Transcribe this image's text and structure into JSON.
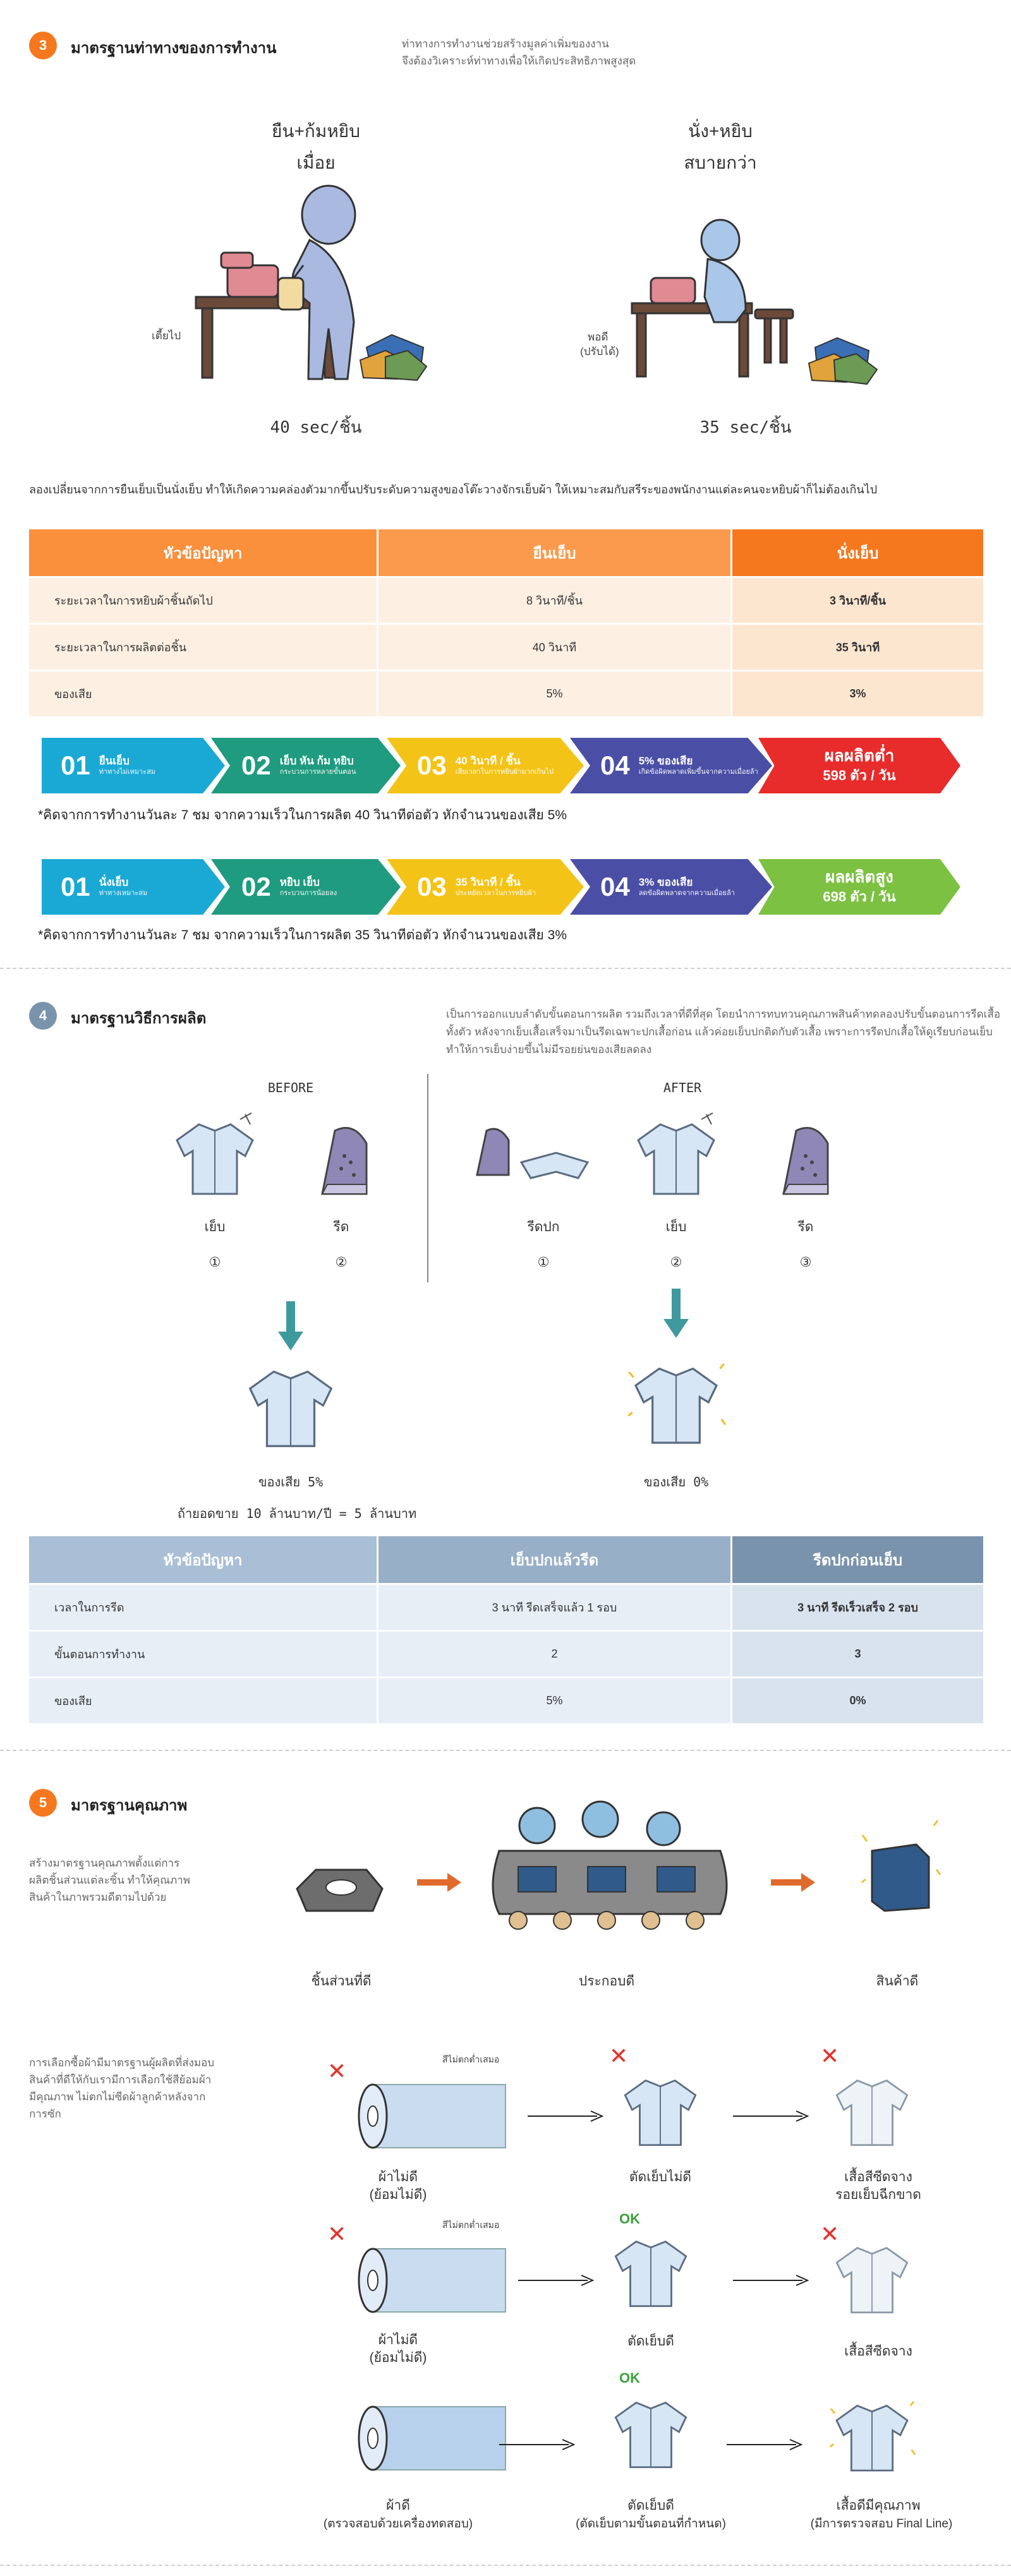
{
  "section3": {
    "badge": "3",
    "title": "มาตรฐานท่าทางของการทำงาน",
    "desc_line1": "ท่าทางการทำงานช่วยสร้างมูลค่าเพิ่มของงาน",
    "desc_line2": "จึงต้องวิเคราะห์ท่าทางเพื่อให้เกิดประสิทธิภาพสูงสุด",
    "left_caption_1": "ยืน+ก้มหยิบ",
    "left_caption_2": "เมื่อย",
    "right_caption_1": "นั่ง+หยิบ",
    "right_caption_2": "สบายกว่า",
    "left_height_label": "เตี้ยไป",
    "right_height_label_1": "พอดี",
    "right_height_label_2": "(ปรับได้)",
    "left_speed": "40 sec/ชิ้น",
    "right_speed": "35 sec/ชิ้น",
    "intro": "ลองเปลี่ยนจากการยืนเย็บเป็นนั่งเย็บ ทำให้เกิดความคล่องตัวมากขึ้นปรับระดับความสูงของโต๊ะวางจักรเย็บผ้า ให้เหมาะสมกับสรีระของพนักงานแต่ละคนจะหยิบผ้าก็ไม่ต้องเกินไป",
    "table": {
      "headers": [
        "หัวข้อปัญหา",
        "ยืนเย็บ",
        "นั่งเย็บ"
      ],
      "rows": [
        [
          "ระยะเวลาในการหยิบผ้าชิ้นถัดไป",
          "8 วินาที/ชิ้น",
          "3 วินาที/ชิ้น"
        ],
        [
          "ระยะเวลาในการผลิตต่อชิ้น",
          "40 วินาที",
          "35 วินาที"
        ],
        [
          "ของเสีย",
          "5%",
          "3%"
        ]
      ]
    },
    "flow1": {
      "steps": [
        {
          "num": "01",
          "label": "ยืนเย็บ",
          "sub": "ท่าทางไม่เหมาะสม"
        },
        {
          "num": "02",
          "label": "เย็บ หัน ก้ม หยิบ",
          "sub": "กระบวนการหลายขั้นตอน"
        },
        {
          "num": "03",
          "label": "40 วินาที / ชิ้น",
          "sub": "เสียเวลาในการหยิบผ้ามากเกินไป"
        },
        {
          "num": "04",
          "label": "5% ของเสีย",
          "sub": "เกิดข้อผิดพลาดเพิ่มขึ้นจากความเมื่อยล้า"
        }
      ],
      "result_1": "ผลผลิตต่ำ",
      "result_2": "598 ตัว / วัน",
      "note": "*คิดจากการทำงานวันละ 7 ชม จากความเร็วในการผลิต 40 วินาทีต่อตัว หักจำนวนของเสีย 5%"
    },
    "flow2": {
      "steps": [
        {
          "num": "01",
          "label": "นั่งเย็บ",
          "sub": "ท่าทางเหมาะสม"
        },
        {
          "num": "02",
          "label": "หยิบ เย็บ",
          "sub": "กระบวนการน้อยลง"
        },
        {
          "num": "03",
          "label": "35 วินาที / ชิ้น",
          "sub": "ประหยัดเวลาในการหยิบผ้า"
        },
        {
          "num": "04",
          "label": "3% ของเสีย",
          "sub": "ลดข้อผิดพลาดจากความเมื่อยล้า"
        }
      ],
      "result_1": "ผลผลิตสูง",
      "result_2": "698 ตัว / วัน",
      "note": "*คิดจากการทำงานวันละ 7 ชม จากความเร็วในการผลิต 35 วินาทีต่อตัว หักจำนวนของเสีย 3%"
    }
  },
  "section4": {
    "badge": "4",
    "title": "มาตรฐานวิธีการผลิต",
    "desc_line1": "เป็นการออกแบบลำดับขั้นตอนการผลิต รวมถึงเวลาที่ดีที่สุด โดยนำการทบทวนคุณภาพสินค้าทดลองปรับขั้นตอนการรีดเสื้อ",
    "desc_line2": "ทั้งตัว หลังจากเย็บเสื้อเสร็จมาเป็นรีดเฉพาะปกเสื้อก่อน แล้วค่อยเย็บปกติดกับตัวเสื้อ เพราะการรีดปกเสื้อให้ดูเรียบก่อนเย็บ",
    "desc_line3": "ทำให้การเย็บง่ายขึ้นไม่มีรอยย่นของเสียลดลง",
    "before_label": "BEFORE",
    "after_label": "AFTER",
    "before_items": [
      {
        "label": "เย็บ",
        "order": "①"
      },
      {
        "label": "รีด",
        "order": "②"
      }
    ],
    "after_items": [
      {
        "label": "รีดปก",
        "order": "①"
      },
      {
        "label": "เย็บ",
        "order": "②"
      },
      {
        "label": "รีด",
        "order": "③"
      }
    ],
    "before_waste": "ของเสีย 5%",
    "before_cost": "ถ้ายอดขาย 10 ล้านบาท/ปี = 5 ล้านบาท",
    "after_waste": "ของเสีย 0%",
    "table": {
      "headers": [
        "หัวข้อปัญหา",
        "เย็บปกแล้วรีด",
        "รีดปกก่อนเย็บ"
      ],
      "rows": [
        [
          "เวลาในการรีด",
          "3 นาที รีดเสร็จแล้ว 1 รอบ",
          "3 นาที รีดเร็วเสร็จ 2 รอบ"
        ],
        [
          "ขั้นตอนการทำงาน",
          "2",
          "3"
        ],
        [
          "ของเสีย",
          "5%",
          "0%"
        ]
      ]
    }
  },
  "section5": {
    "badge": "5",
    "title": "มาตรฐานคุณภาพ",
    "desc1_line1": "สร้างมาตรฐานคุณภาพตั้งแต่การ",
    "desc1_line2": "ผลิตชิ้นส่วนแต่ละชิ้น ทำให้คุณภาพ",
    "desc1_line3": "สินค้าในภาพรวมดีตามไปด้วย",
    "process": [
      "ชิ้นส่วนที่ดี",
      "ประกอบดี",
      "สินค้าดี"
    ],
    "desc2_line1": "การเลือกซื้อผ้ามีมาตรฐานผู้ผลิตที่ส่งมอบ",
    "desc2_line2": "สินค้าที่ดีให้กับเรามีการเลือกใช้สีย้อมผ้า",
    "desc2_line3": "มีคุณภาพ ไม่ตกไม่ซีดผ้าลูกค้าหลังจาก",
    "desc2_line4": "การซัก",
    "rows": [
      {
        "fabric_tag": "สีไม่ตกต่ำเสมอ",
        "fabric_1": "ผ้าไม่ดี",
        "fabric_2": "(ย้อมไม่ดี)",
        "sew_mark": "✕",
        "sew_1": "ตัดเย็บไม่ดี",
        "sew_2": "",
        "result_mark": "✕",
        "result_1": "เสื้อสีซีดจาง",
        "result_2": "รอยเย็บฉีกขาด"
      },
      {
        "fabric_tag": "สีไม่ตกต่ำเสมอ",
        "fabric_1": "ผ้าไม่ดี",
        "fabric_2": "(ย้อมไม่ดี)",
        "sew_mark": "OK",
        "sew_1": "ตัดเย็บดี",
        "sew_2": "",
        "result_mark": "✕",
        "result_1": "เสื้อสีซีดจาง",
        "result_2": ""
      },
      {
        "fabric_tag": "",
        "fabric_1": "ผ้าดี",
        "fabric_2": "(ตรวจสอบด้วยเครื่องทดสอบ)",
        "sew_mark": "OK",
        "sew_1": "ตัดเย็บดี",
        "sew_2": "(ตัดเย็บตามขั้นตอนที่กำหนด)",
        "result_mark": "",
        "result_1": "เสื้อดีมีคุณภาพ",
        "result_2": "(มีการตรวจสอบ Final Line)"
      }
    ]
  },
  "colors": {
    "badge_orange": "#f5781f",
    "badge_blue": "#7a93ac",
    "flow_cyan": "#1aa9d4",
    "flow_teal": "#1f9b7f",
    "flow_yellow": "#f4c317",
    "flow_indigo": "#4a4fa5",
    "result_red": "#e82b2b",
    "result_green": "#7cc142"
  }
}
